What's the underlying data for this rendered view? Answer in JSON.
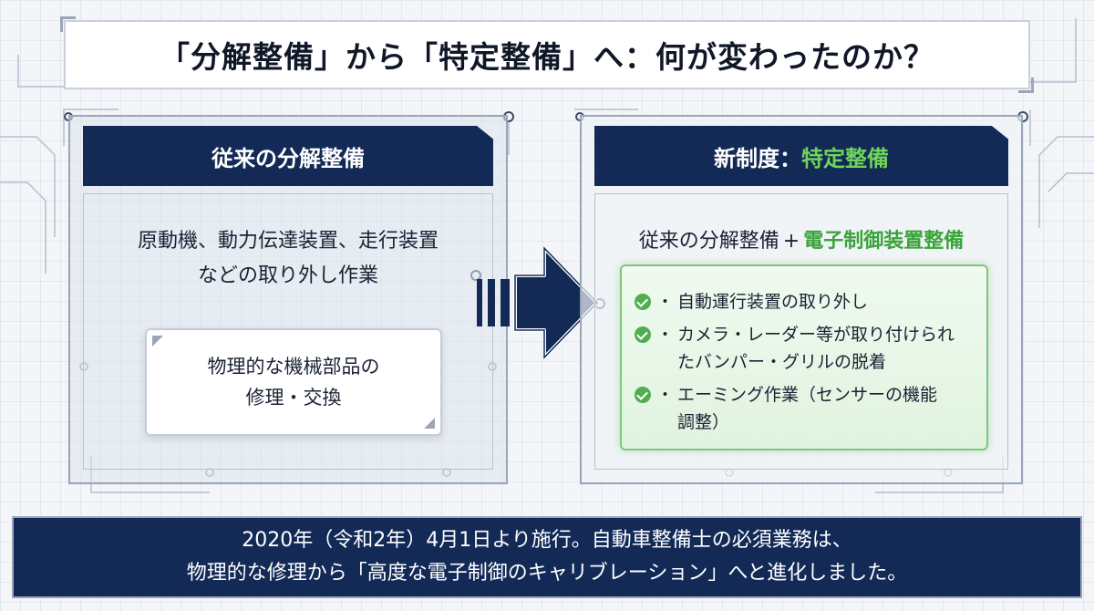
{
  "title": "「分解整備」から「特定整備」へ：何が変わったのか？",
  "left_panel": {
    "header": "従来の分解整備",
    "description_lines": [
      "原動機、動力伝達装置、走行装置",
      "などの取り外し作業"
    ],
    "card_lines": [
      "物理的な機械部品の",
      "修理・交換"
    ]
  },
  "right_panel": {
    "header_prefix": "新制度：",
    "header_highlight": "特定整備",
    "desc_base": "従来の分解整備",
    "desc_plus": "+",
    "desc_highlight": "電子制御装置整備",
    "items": [
      {
        "bullet": "・",
        "lines": [
          "自動運行装置の取り外し"
        ]
      },
      {
        "bullet": "・",
        "lines": [
          "カメラ・レーダー等が取り付けられ",
          "たバンパー・グリルの脱着"
        ]
      },
      {
        "bullet": "・",
        "lines": [
          "エーミング作業（センサーの機能",
          "調整）"
        ]
      }
    ]
  },
  "footer_lines": [
    "2020年（令和2年）4月1日より施行。自動車整備士の必須業務は、",
    "物理的な修理から「高度な電子制御のキャリブレーション」へと進化しました。"
  ],
  "colors": {
    "navy": "#132a57",
    "green_text": "#3aa33a",
    "green_header_text": "#6fd35c",
    "check_green": "#4fae4f",
    "panel_border": "#9aa6b8"
  },
  "icons": {
    "check": "check-circle-icon",
    "arrow": "right-arrow-icon"
  }
}
